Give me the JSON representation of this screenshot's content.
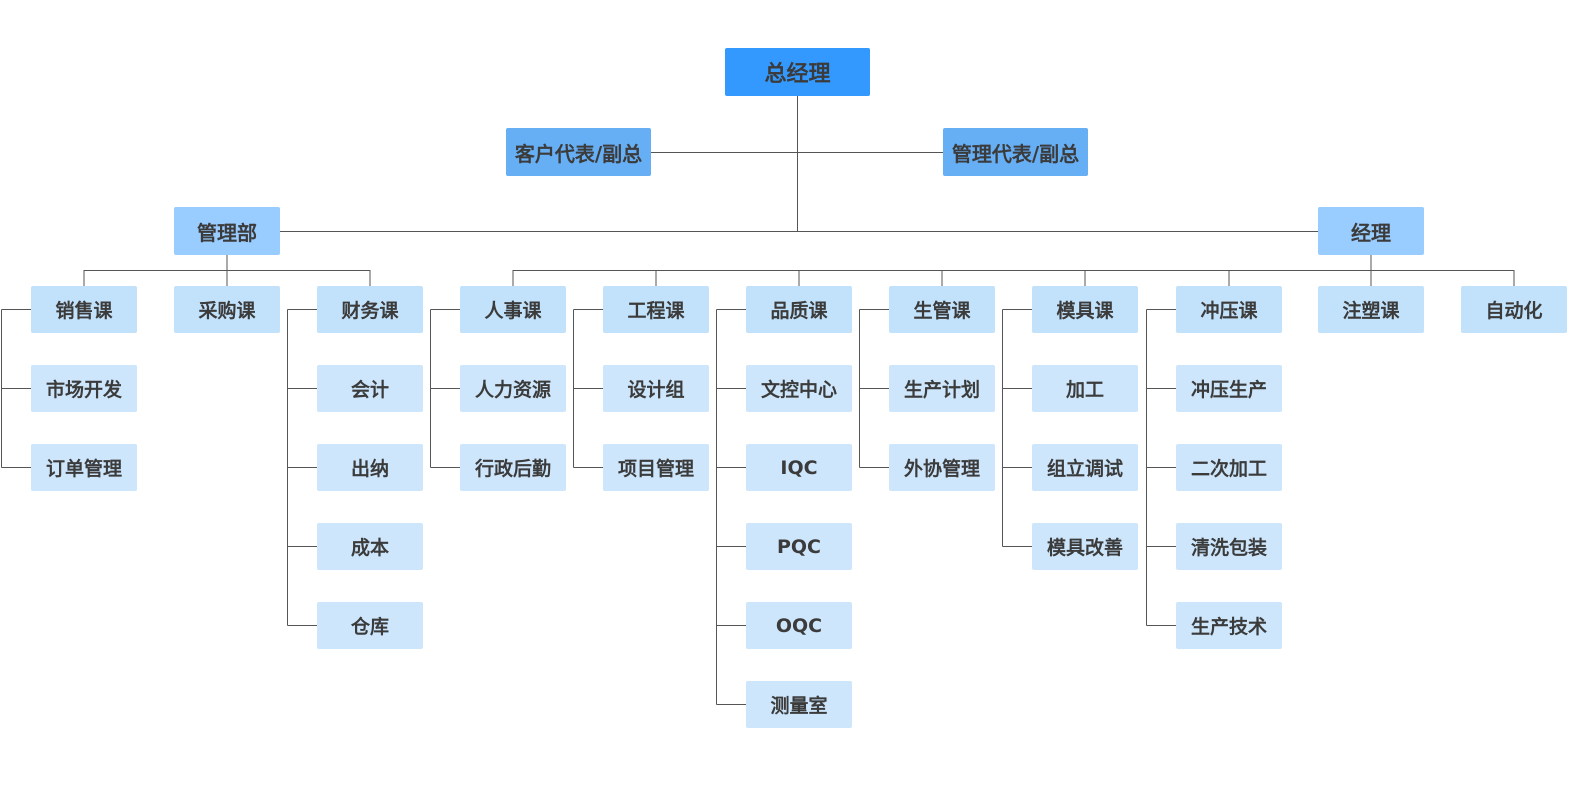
{
  "colors": {
    "top": "#3399ff",
    "deputy": "#66aff5",
    "division": "#99ccff",
    "department": "#c2e1fb",
    "leaf": "#cde6fc",
    "line": "#555555"
  },
  "org": {
    "ceo": "总经理",
    "deputy_left": "客户代表/副总",
    "deputy_right": "管理代表/副总",
    "division_left": "管理部",
    "division_right": "经理",
    "left_departments": [
      {
        "name": "销售课",
        "children": [
          "市场开发",
          "订单管理"
        ]
      },
      {
        "name": "采购课",
        "children": []
      },
      {
        "name": "财务课",
        "children": [
          "会计",
          "出纳",
          "成本",
          "仓库"
        ]
      }
    ],
    "right_departments": [
      {
        "name": "人事课",
        "children": [
          "人力资源",
          "行政后勤"
        ]
      },
      {
        "name": "工程课",
        "children": [
          "设计组",
          "项目管理"
        ]
      },
      {
        "name": "品质课",
        "children": [
          "文控中心",
          "IQC",
          "PQC",
          "OQC",
          "测量室"
        ]
      },
      {
        "name": "生管课",
        "children": [
          "生产计划",
          "外协管理"
        ]
      },
      {
        "name": "模具课",
        "children": [
          "加工",
          "组立调试",
          "模具改善"
        ]
      },
      {
        "name": "冲压课",
        "children": [
          "冲压生产",
          "二次加工",
          "清洗包装",
          "生产技术"
        ]
      },
      {
        "name": "注塑课",
        "children": []
      },
      {
        "name": "自动化",
        "children": []
      }
    ]
  }
}
